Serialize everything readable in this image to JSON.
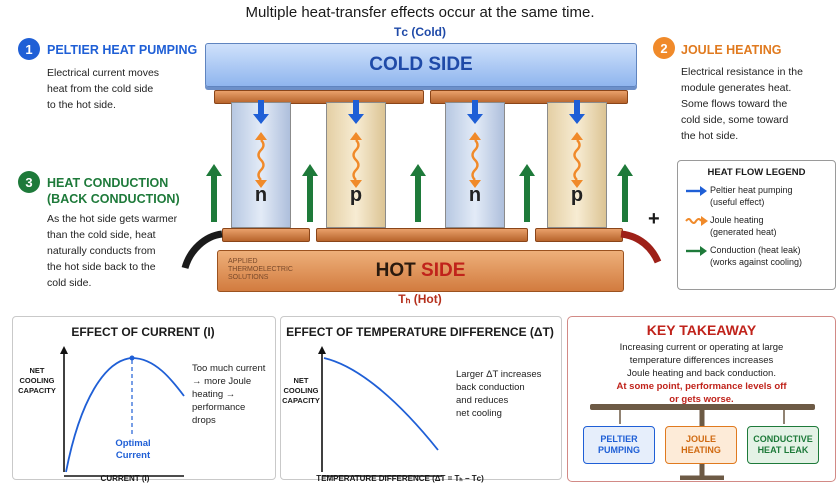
{
  "header": "Multiple heat-transfer effects occur at the same time.",
  "colors": {
    "blue": "#1f5fd6",
    "orange": "#f08a2a",
    "green": "#1e7a3a",
    "red": "#c0231b"
  },
  "sections": {
    "peltier": {
      "num": "1",
      "title": "PELTIER HEAT PUMPING",
      "lines": [
        "Electrical current moves",
        "heat from the cold side",
        "to the hot side."
      ]
    },
    "joule": {
      "num": "2",
      "title": "JOULE HEATING",
      "lines": [
        "Electrical resistance in the",
        "module generates heat.",
        "Some flows toward the",
        "cold side, some toward",
        "the hot side."
      ]
    },
    "conduction": {
      "num": "3",
      "title_lines": [
        "HEAT CONDUCTION",
        "(BACK CONDUCTION)"
      ],
      "lines": [
        "As the hot side gets warmer",
        "than the cold side, heat",
        "naturally conducts from",
        "the hot side back to the",
        "cold side."
      ]
    }
  },
  "module": {
    "tc_label": "Tᴄ (Cold)",
    "cold_label": "COLD SIDE",
    "hot_label_1": "HOT",
    "hot_label_2": "SIDE",
    "th_label": "Tₕ (Hot)",
    "pillars": [
      "n",
      "p",
      "n",
      "p"
    ],
    "plus_sign": "+",
    "logo_lines": [
      "APPLIED",
      "THERMOELECTRIC",
      "SOLUTIONS"
    ]
  },
  "legend": {
    "title": "HEAT FLOW LEGEND",
    "items": [
      {
        "icon": "blue-arrow-icon",
        "line1": "Peltier heat pumping",
        "line2": "(useful effect)"
      },
      {
        "icon": "orange-wavy-arrow-icon",
        "line1": "Joule heating",
        "line2": "(generated heat)"
      },
      {
        "icon": "green-arrow-icon",
        "line1": "Conduction (heat leak)",
        "line2": "(works against cooling)"
      }
    ]
  },
  "panel_current": {
    "title": "EFFECT OF CURRENT (I)",
    "ylabel": [
      "NET",
      "COOLING",
      "CAPACITY"
    ],
    "xlabel": "CURRENT (I)",
    "optimal": [
      "Optimal",
      "Current"
    ],
    "note": [
      "Too much current",
      "→ more Joule",
      "heating →",
      "performance",
      "drops"
    ]
  },
  "panel_dt": {
    "title": "EFFECT OF TEMPERATURE DIFFERENCE (ΔT)",
    "ylabel": [
      "NET",
      "COOLING",
      "CAPACITY"
    ],
    "xlabel": "TEMPERATURE DIFFERENCE (ΔT = Tₕ − Tᴄ)",
    "note": [
      "Larger ΔT increases",
      "back conduction",
      "and reduces",
      "net cooling"
    ]
  },
  "takeaway": {
    "title": "KEY TAKEAWAY",
    "body": [
      "Increasing current or operating at large",
      "temperature differences increases",
      "Joule heating and back conduction."
    ],
    "red": [
      "At some point, performance levels off",
      "or gets worse."
    ],
    "pans": [
      {
        "line1": "PELTIER",
        "line2": "PUMPING"
      },
      {
        "line1": "JOULE",
        "line2": "HEATING"
      },
      {
        "line1": "CONDUCTIVE",
        "line2": "HEAT LEAK"
      }
    ]
  }
}
